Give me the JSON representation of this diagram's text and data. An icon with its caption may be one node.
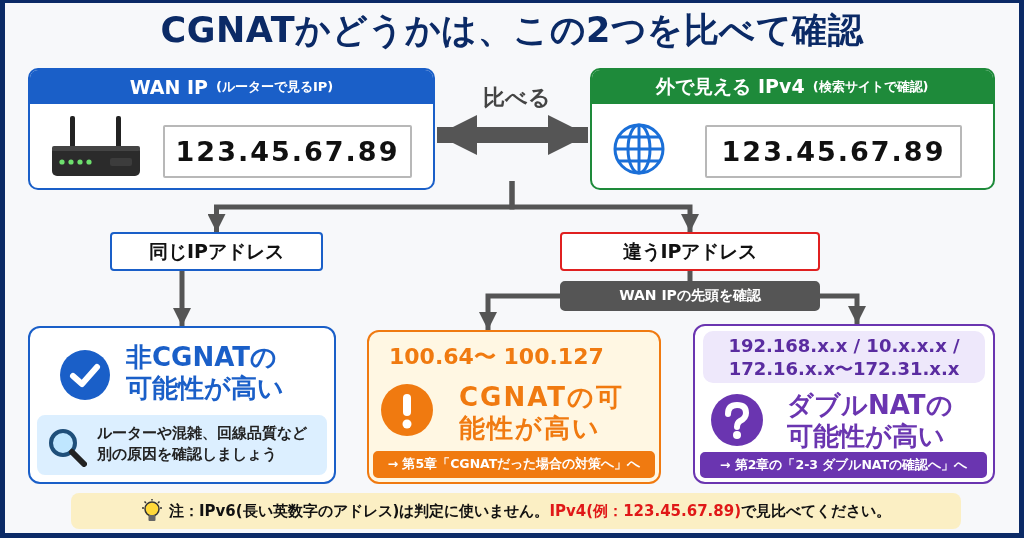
{
  "diagram": {
    "title": "CGNATかどうかは、この2つを比べて確認",
    "nodes": [
      {
        "text": [
          "WAN IP",
          "(ルーターで見るIP)"
        ]
      },
      {
        "text": [
          "123.45.67.89"
        ],
        "in": 0
      },
      {
        "text": [
          "外で見える IPv4",
          "(検索サイトで確認)"
        ]
      },
      {
        "text": [
          "123.45.67.89"
        ],
        "in": 2
      },
      {
        "text": [
          "同じIPアドレス"
        ]
      },
      {
        "text": [
          "違うIPアドレス"
        ]
      },
      {
        "text": [
          "WAN IPの先頭を確認"
        ]
      },
      {
        "text": [
          "非CGNATの可能性が高い"
        ]
      },
      {
        "text": [
          "ルーターや混雑、回線品質など別の原因を確認しましょう"
        ],
        "in": 7
      },
      {
        "text": [
          "100.64〜 100.127",
          "CGNATの可能性が高い"
        ]
      },
      {
        "text": [
          "→ 第5章「CGNATだった場合の対策へ」へ"
        ],
        "in": 9
      },
      {
        "text": [
          "ダブルNATの可能性が高い"
        ]
      },
      {
        "text": [
          "192.168.x.x / 10.x.x.x / 172.16.x.x〜172.31.x.x"
        ],
        "in": 11
      },
      {
        "text": [
          "→ 第2章の「2-3 ダブルNATの確認へ」へ"
        ],
        "in": 11
      }
    ],
    "edges": [
      {
        "from": 0,
        "to": 2,
        "arrow": "both",
        "label": "比べる",
        "style": "thick"
      },
      {
        "from": null,
        "to": 4,
        "arrow": "to"
      },
      {
        "from": null,
        "to": 5,
        "arrow": "to"
      },
      {
        "from": 4,
        "to": 7,
        "arrow": "to"
      },
      {
        "from": 5,
        "to": 6,
        "arrow": "none"
      },
      {
        "from": 6,
        "to": 9,
        "arrow": "to"
      },
      {
        "from": 6,
        "to": 11,
        "arrow": "to"
      }
    ],
    "labels": [
      "注：IPv6(長い英数字のアドレス)は判定に使いません。",
      "IPv4(例：123.45.67.89)",
      "で見比べてください。"
    ]
  }
}
